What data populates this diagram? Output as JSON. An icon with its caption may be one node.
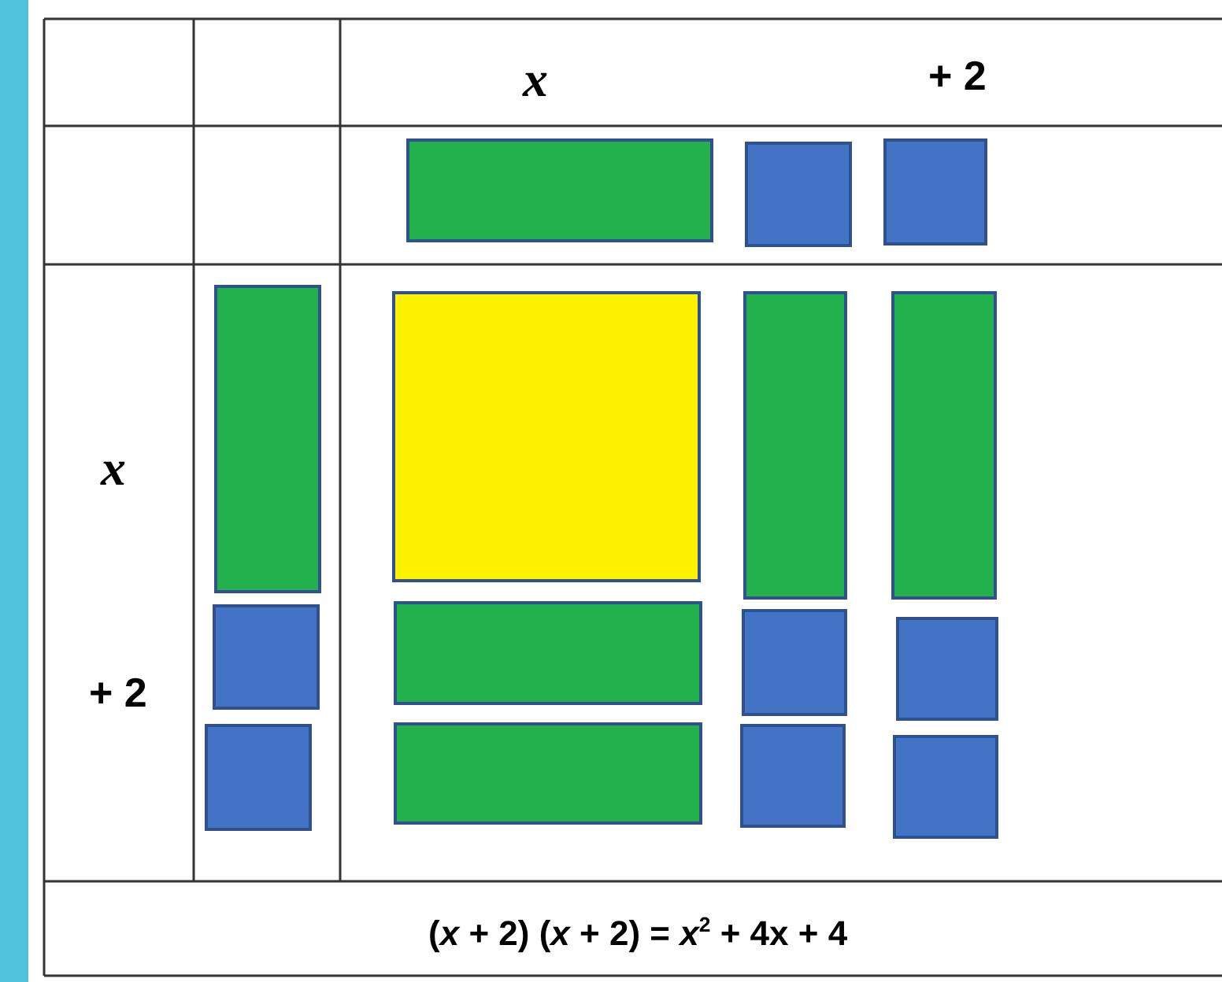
{
  "diagram": {
    "nodes": [
      {
        "text": [],
        "shape": "bar"
      },
      {
        "text": [],
        "shape": "box"
      },
      {
        "text": [],
        "shape": "box"
      },
      {
        "text": [],
        "shape": "box"
      },
      {
        "text": [],
        "shape": "box"
      },
      {
        "text": [],
        "shape": "box"
      },
      {
        "text": [],
        "shape": "box"
      },
      {
        "text": [],
        "shape": "box"
      },
      {
        "text": [],
        "shape": "box"
      },
      {
        "text": [],
        "shape": "box"
      },
      {
        "text": [],
        "shape": "box"
      },
      {
        "text": [],
        "shape": "box"
      },
      {
        "text": [],
        "shape": "box"
      },
      {
        "text": [],
        "shape": "box"
      },
      {
        "text": [],
        "shape": "box"
      },
      {
        "text": [],
        "shape": "box"
      }
    ],
    "labels": [
      "x",
      "+ 2",
      "x",
      "+ 2",
      "(*x* + 2) (*x* + 2) = *x*$^{2}$ + 4x + 4"
    ]
  }
}
